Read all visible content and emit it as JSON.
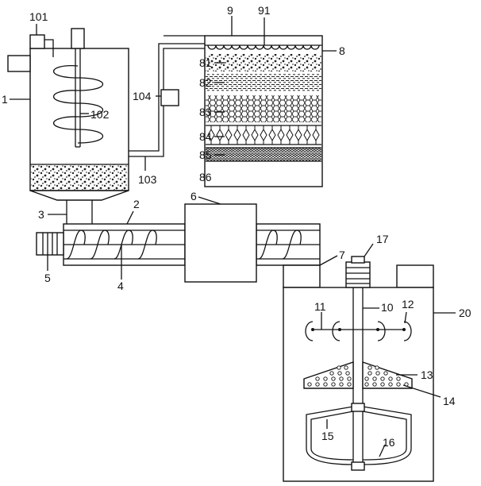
{
  "labels": {
    "l1": "1",
    "l101": "101",
    "l102": "102",
    "l103": "103",
    "l104": "104",
    "l2": "2",
    "l3": "3",
    "l4": "4",
    "l5": "5",
    "l6": "6",
    "l7": "7",
    "l8": "8",
    "l9": "9",
    "l91": "91",
    "l81": "81",
    "l82": "82",
    "l83": "83",
    "l84": "84",
    "l85": "85",
    "l86": "86",
    "l10": "10",
    "l11": "11",
    "l12": "12",
    "l13": "13",
    "l14": "14",
    "l15": "15",
    "l16": "16",
    "l17": "17",
    "l20": "20"
  }
}
